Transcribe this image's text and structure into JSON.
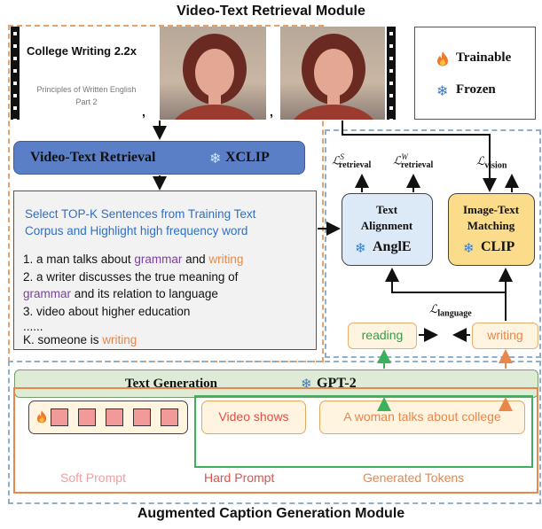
{
  "top_title": "Video-Text Retrieval Module",
  "bottom_title": "Augmented Caption Generation Module",
  "slide": {
    "title": "College Writing 2.2x",
    "subtitle_line1": "Principles of Written English",
    "subtitle_line2": "Part 2"
  },
  "comma": ",",
  "legend": {
    "trainable_label": "Trainable",
    "frozen_label": "Frozen",
    "trainable_icon": "fire-icon",
    "frozen_icon": "snowflake-icon"
  },
  "retrieval": {
    "label": "Video-Text Retrieval",
    "model": "XCLIP"
  },
  "sentences": {
    "heading_line1": "Select TOP-K Sentences from Training Text",
    "heading_line2": "Corpus and Highlight high frequency word",
    "s1_pre": "1.  a man talks about ",
    "s1_word1": "grammar",
    "s1_mid": " and ",
    "s1_word2": "writing",
    "s2_pre": "2.  a writer discusses the true meaning of",
    "s2_word": "grammar",
    "s2_post": " and its relation to language",
    "s3": "3.  video about higher education",
    "ellipsis": "......",
    "sk_pre": "K.  someone is ",
    "sk_word": "writing"
  },
  "losses": {
    "retrieval_s_base": "ℒ",
    "retrieval_s_sup": "S",
    "retrieval_s_sub": "retrieval",
    "retrieval_w_base": "ℒ",
    "retrieval_w_sup": "W",
    "retrieval_w_sub": "retrieval",
    "vision_base": "ℒ",
    "vision_sub": "vision",
    "language_base": "ℒ",
    "language_sub": "language"
  },
  "text_alignment": {
    "line1": "Text",
    "line2": "Alignment",
    "model": "AnglE"
  },
  "image_text": {
    "line1": "Image-Text",
    "line2": "Matching",
    "model": "CLIP"
  },
  "reading": "reading",
  "writing": "writing",
  "text_generation": {
    "label": "Text Generation",
    "model": "GPT-2"
  },
  "prompts": {
    "hard_video": "Video shows",
    "generated": "A woman talks about college",
    "soft_label": "Soft Prompt",
    "hard_label": "Hard Prompt",
    "generated_label": "Generated Tokens"
  },
  "colors": {
    "orange": "#e8874a",
    "purple": "#7b3fa0",
    "blue_text": "#2f6fc4",
    "green_text": "#3a9a4a",
    "pink_label": "#f0a0a0",
    "red_label": "#e0504a"
  }
}
